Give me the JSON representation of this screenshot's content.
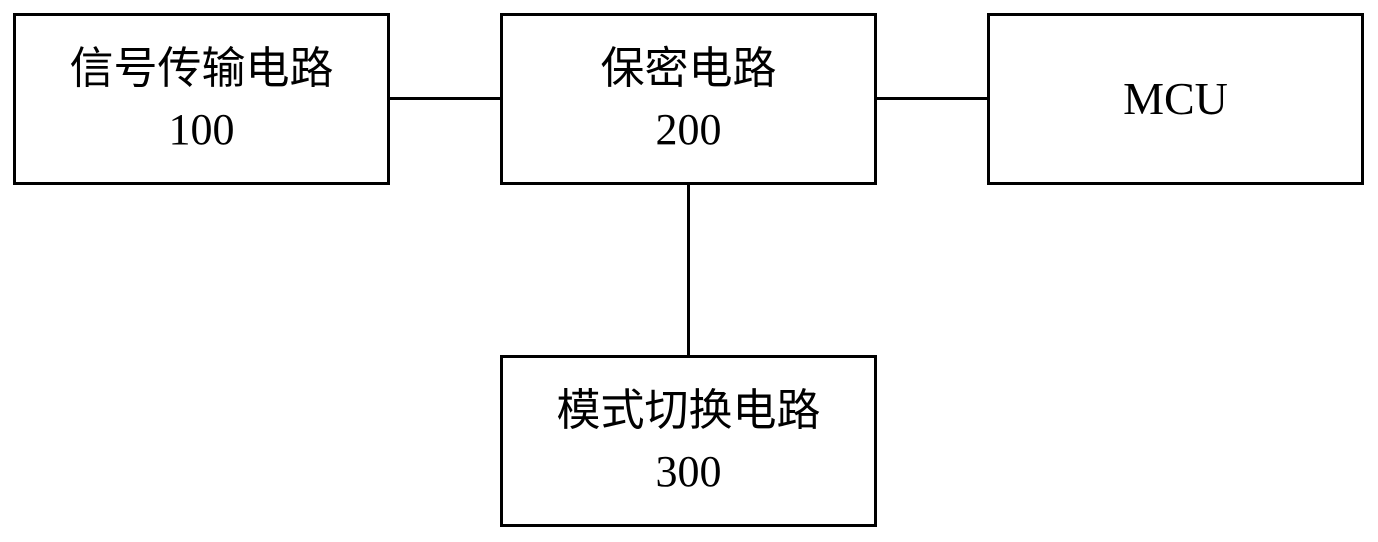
{
  "diagram": {
    "blocks": [
      {
        "id": "signal",
        "label": "信号传输电路",
        "number": "100"
      },
      {
        "id": "security",
        "label": "保密电路",
        "number": "200"
      },
      {
        "id": "mcu",
        "label": "MCU",
        "number": ""
      },
      {
        "id": "mode",
        "label": "模式切换电路",
        "number": "300"
      }
    ],
    "connections": [
      {
        "from": "signal",
        "to": "security"
      },
      {
        "from": "security",
        "to": "mcu"
      },
      {
        "from": "security",
        "to": "mode"
      }
    ]
  }
}
